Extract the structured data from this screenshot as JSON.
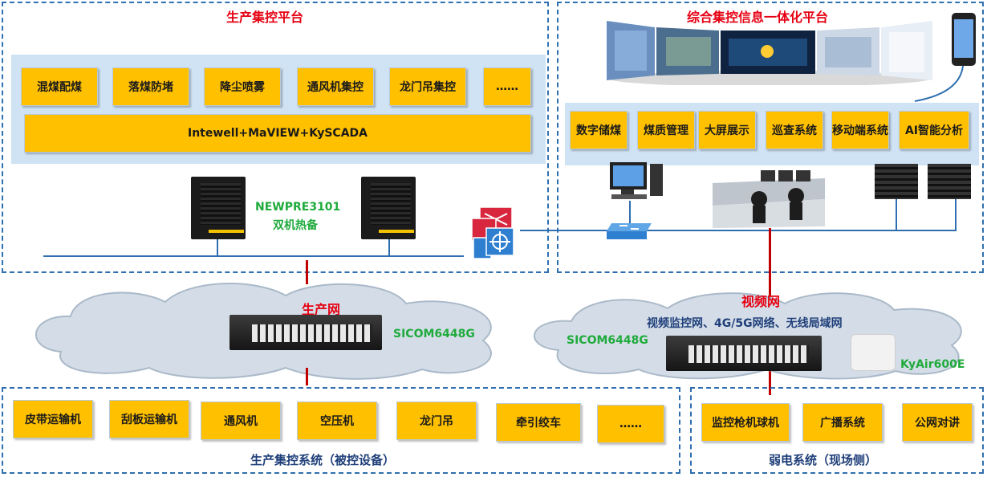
{
  "production_platform": {
    "title": "生产集控平台",
    "modules": [
      "混煤配煤",
      "落煤防堵",
      "降尘喷雾",
      "通风机集控",
      "龙门吊集控",
      "……"
    ],
    "software_bar": "Intewell+MaVIEW+KySCADA",
    "server_label_line1": "NEWPRE3101",
    "server_label_line2": "双机热备"
  },
  "info_platform": {
    "title": "综合集控信息一体化平台",
    "modules": [
      "数字储煤",
      "煤质管理",
      "大屏展示",
      "巡查系统",
      "移动端系统",
      "AI智能分析"
    ]
  },
  "production_network": {
    "title": "生产网",
    "switch_label": "SICOM6448G"
  },
  "video_network": {
    "title": "视频网",
    "subtitle": "视频监控网、4G/5G网络、无线局域网",
    "switch_label": "SICOM6448G",
    "ap_label": "KyAir600E"
  },
  "controlled_devices": {
    "title": "生产集控系统（被控设备）",
    "items": [
      "皮带运输机",
      "刮板运输机",
      "通风机",
      "空压机",
      "龙门吊",
      "牵引绞车",
      "……"
    ]
  },
  "weak_current": {
    "title": "弱电系统（现场侧）",
    "items": [
      "监控枪机球机",
      "广播系统",
      "公网对讲"
    ]
  },
  "colors": {
    "accent_yellow": "#ffc000",
    "title_red": "#e60012",
    "label_green": "#1faa3c",
    "dash_blue": "#2f6fb0"
  }
}
